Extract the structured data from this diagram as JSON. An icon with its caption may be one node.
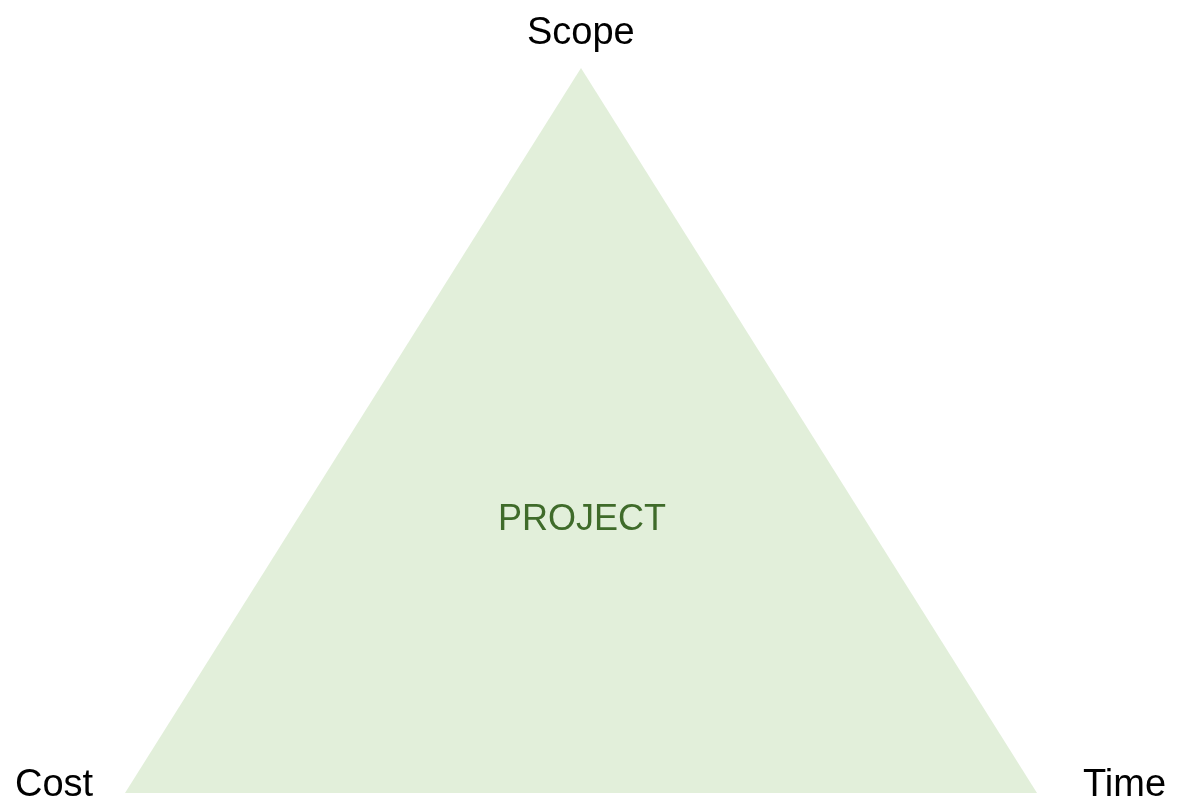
{
  "diagram": {
    "nodes": [
      {
        "text": [
          "PROJECT"
        ]
      }
    ],
    "labels": [
      "Scope",
      "Cost",
      "Time"
    ]
  }
}
